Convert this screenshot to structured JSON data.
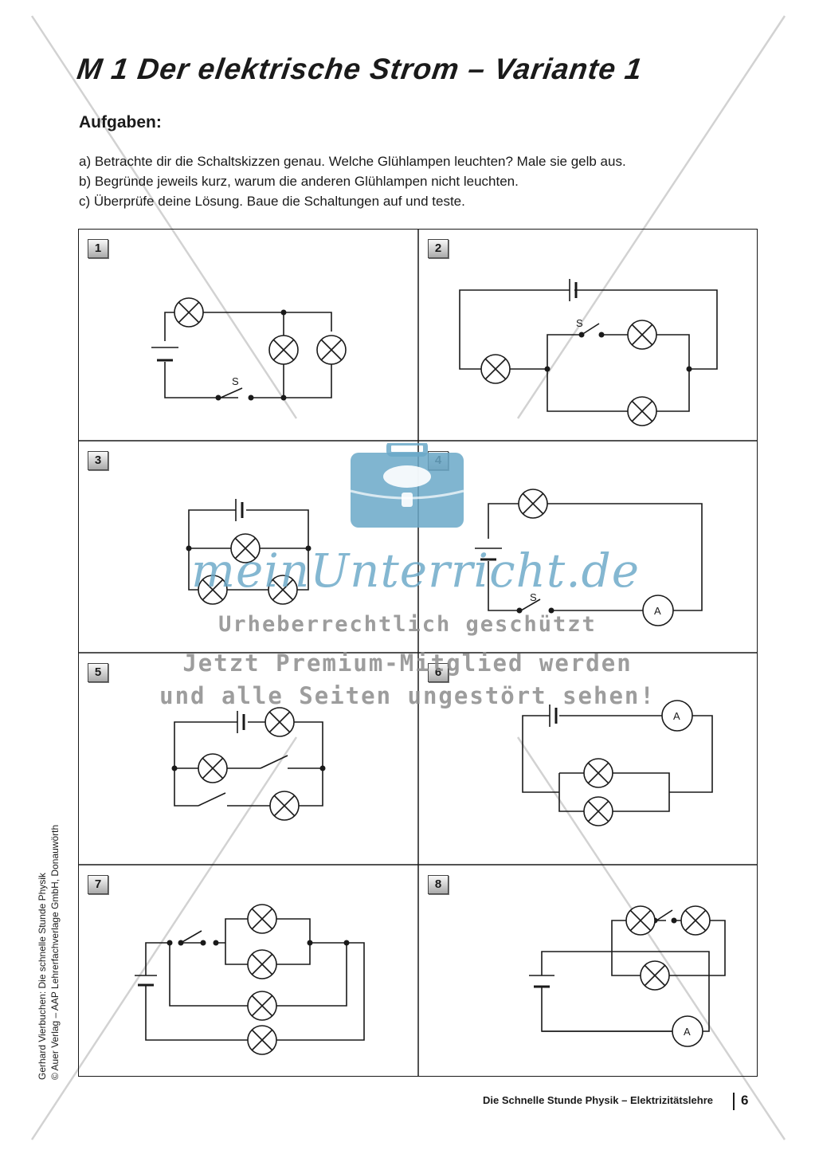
{
  "title": "M 1   Der elektrische Strom – Variante 1",
  "heading": "Aufgaben:",
  "tasks": [
    "a)  Betrachte dir die Schaltskizzen genau. Welche Glühlampen leuchten? Male sie gelb aus.",
    "b)  Begründe jeweils kurz, warum die anderen Glühlampen nicht leuchten.",
    "c)  Überprüfe deine Lösung. Baue die Schaltungen auf und teste."
  ],
  "circuits": [
    {
      "number": "1",
      "switch_label": "S"
    },
    {
      "number": "2",
      "switch_label": "S"
    },
    {
      "number": "3"
    },
    {
      "number": "4",
      "switch_label": "S",
      "meter_label": "A"
    },
    {
      "number": "5"
    },
    {
      "number": "6",
      "meter_label": "A"
    },
    {
      "number": "7"
    },
    {
      "number": "8",
      "meter_label": "A"
    }
  ],
  "credit": {
    "line1": "Gerhard Vierbuchen: Die schnelle Stunde Physik",
    "line2": "© Auer Verlag – AAP Lehrerfachverlage GmbH, Donauwörth"
  },
  "footer": {
    "text": "Die Schnelle Stunde Physik – Elektrizitätslehre",
    "page": "6"
  },
  "watermark": {
    "brand": "meinUnterricht.de",
    "line1": "Urheberrechtlich geschützt",
    "line2": "Jetzt Premium-Mitglied werden",
    "line3": "und alle Seiten ungestört sehen!",
    "color": "#6aa8c8"
  }
}
